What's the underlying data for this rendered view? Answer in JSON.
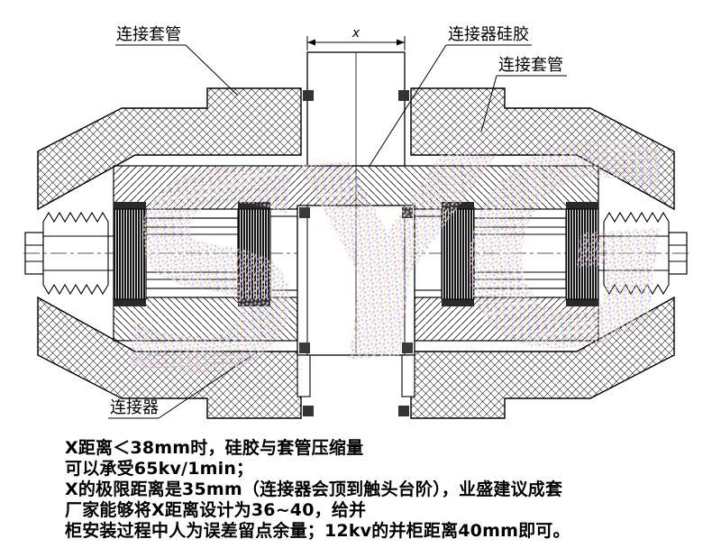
{
  "page": {
    "background": "#ffffff",
    "line_color": "#000000"
  },
  "diagram": {
    "labels": {
      "top_left_sleeve": "连接套管",
      "top_right_silicone": "连接器硅胶",
      "right_sleeve": "连接套管",
      "bottom_connector": "连接器",
      "dimension_x": "x"
    },
    "watermark": "SYG",
    "colors": {
      "watermark_pink": "#f3b8cf",
      "watermark_blue": "#b8cdf3",
      "watermark_yellow": "#f3e6a8",
      "watermark_purple": "#cfa8f3",
      "watermark_green": "#b8e6c2"
    }
  },
  "notes": {
    "lines": [
      "X距离＜38mm时，硅胶与套管压缩量",
      "可以承受65kv/1min；",
      "X的极限距离是35mm（连接器会顶到触头台阶），业盛建议成套",
      "厂家能够将X距离设计为36~40，给并",
      "柜安装过程中人为误差留点余量；12kv的并柜距离40mm即可。"
    ]
  }
}
